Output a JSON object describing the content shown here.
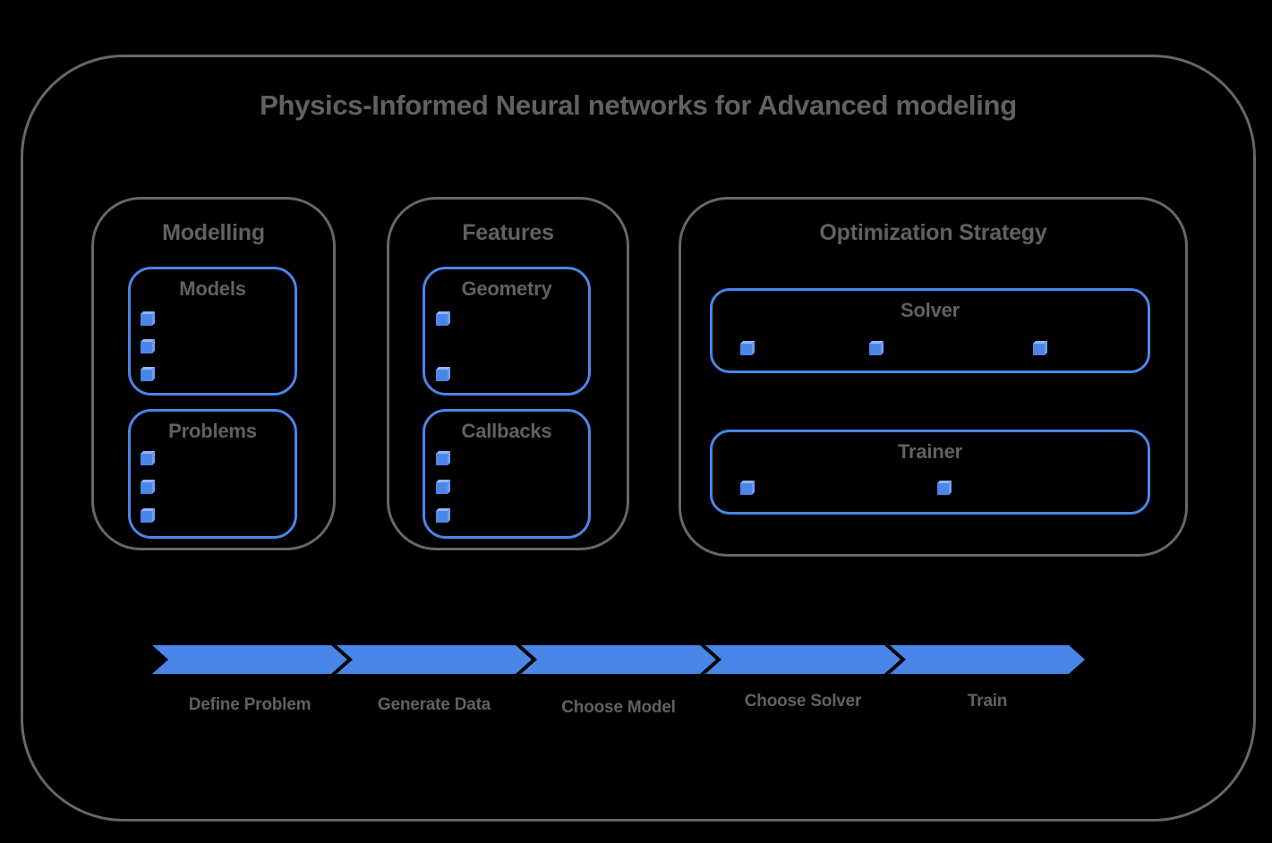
{
  "title": "Physics-Informed Neural networks for Advanced modeling",
  "colors": {
    "accent_blue": "#4a86e8",
    "cube_front": "#4a86e8",
    "cube_top": "#93b5f4",
    "cube_side": "#6f9df0",
    "border_gray": "#676767",
    "text_gray": "#616161",
    "background": "#000000"
  },
  "groups": [
    {
      "label": "Modelling",
      "cards": [
        {
          "label": "Models",
          "bullets": 3,
          "bullet_icon": "cube-bullet-icon"
        },
        {
          "label": "Problems",
          "bullets": 3,
          "bullet_icon": "cube-bullet-icon"
        }
      ]
    },
    {
      "label": "Features",
      "cards": [
        {
          "label": "Geometry",
          "bullets": 2,
          "bullet_icon": "cube-bullet-icon"
        },
        {
          "label": "Callbacks",
          "bullets": 3,
          "bullet_icon": "cube-bullet-icon"
        }
      ]
    },
    {
      "label": "Optimization Strategy",
      "cards": [
        {
          "label": "Solver",
          "bullets": 3,
          "bullet_icon": "cube-bullet-icon"
        },
        {
          "label": "Trainer",
          "bullets": 2,
          "bullet_icon": "cube-bullet-icon"
        }
      ]
    }
  ],
  "process_flow": {
    "steps": [
      {
        "label": "Define Problem"
      },
      {
        "label": "Generate Data"
      },
      {
        "label": "Choose Model"
      },
      {
        "label": "Choose Solver"
      },
      {
        "label": "Train"
      }
    ]
  }
}
